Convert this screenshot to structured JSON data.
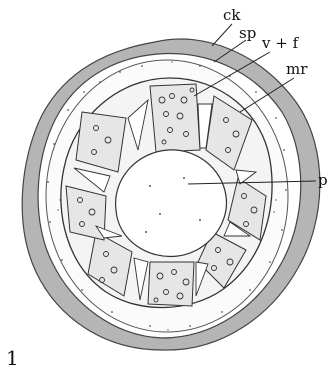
{
  "labels": {
    "ck": "ck",
    "sp": "sp",
    "vf": "v + f",
    "mr": "mr",
    "p": "p"
  },
  "figure_number": "1",
  "colors": {
    "cork": "#b8b8b8",
    "outline": "#333333",
    "background": "#ffffff"
  }
}
